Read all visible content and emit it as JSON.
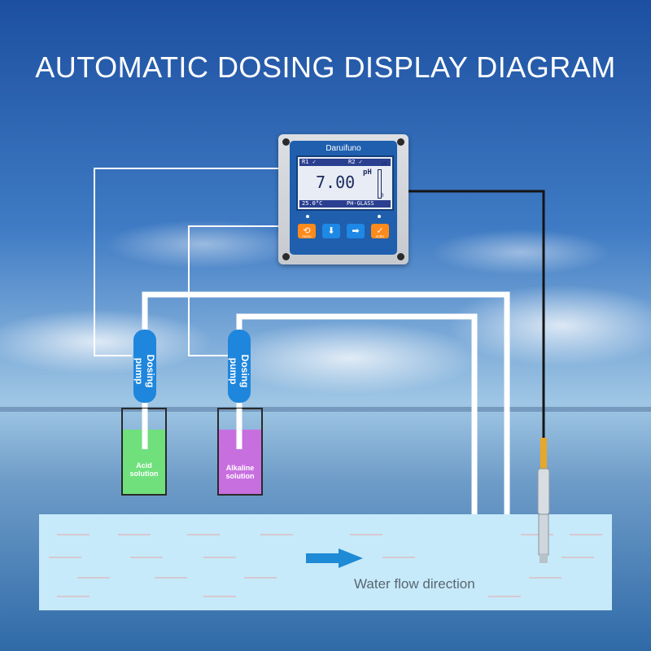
{
  "title": "AUTOMATIC DOSING DISPLAY DIAGRAM",
  "controller": {
    "brand": "Daruifuno",
    "lcd": {
      "top_left": "R1",
      "top_right": "R2",
      "value": "7.00",
      "unit": "pH",
      "scale_max": "14",
      "scale_min": "0",
      "temperature": "25.0°C",
      "sensor": "PH-GLASS"
    },
    "keys": [
      {
        "symbol": "⟲",
        "label": "menu",
        "color": "#ff8a1c"
      },
      {
        "symbol": "⬇",
        "label": "",
        "color": "#1e88e5"
      },
      {
        "symbol": "➡",
        "label": "",
        "color": "#1e88e5"
      },
      {
        "symbol": "✓",
        "label": "enter",
        "color": "#ff8a1c"
      }
    ]
  },
  "pumps": [
    {
      "label": "Dosing pump",
      "solution": [
        "Acid",
        "solution"
      ],
      "solution_color": "#6fe07c"
    },
    {
      "label": "Dosing pump",
      "solution": [
        "Alkaline",
        "solution"
      ],
      "solution_color": "#c86fe0"
    }
  ],
  "water_flow_label": "Water flow direction",
  "colors": {
    "tank_water": "#c6eafa",
    "pump_blue": "#1e86dc",
    "arrow": "#1f8ad6"
  },
  "icons": [
    "flow-arrow-icon",
    "ph-probe-icon"
  ]
}
